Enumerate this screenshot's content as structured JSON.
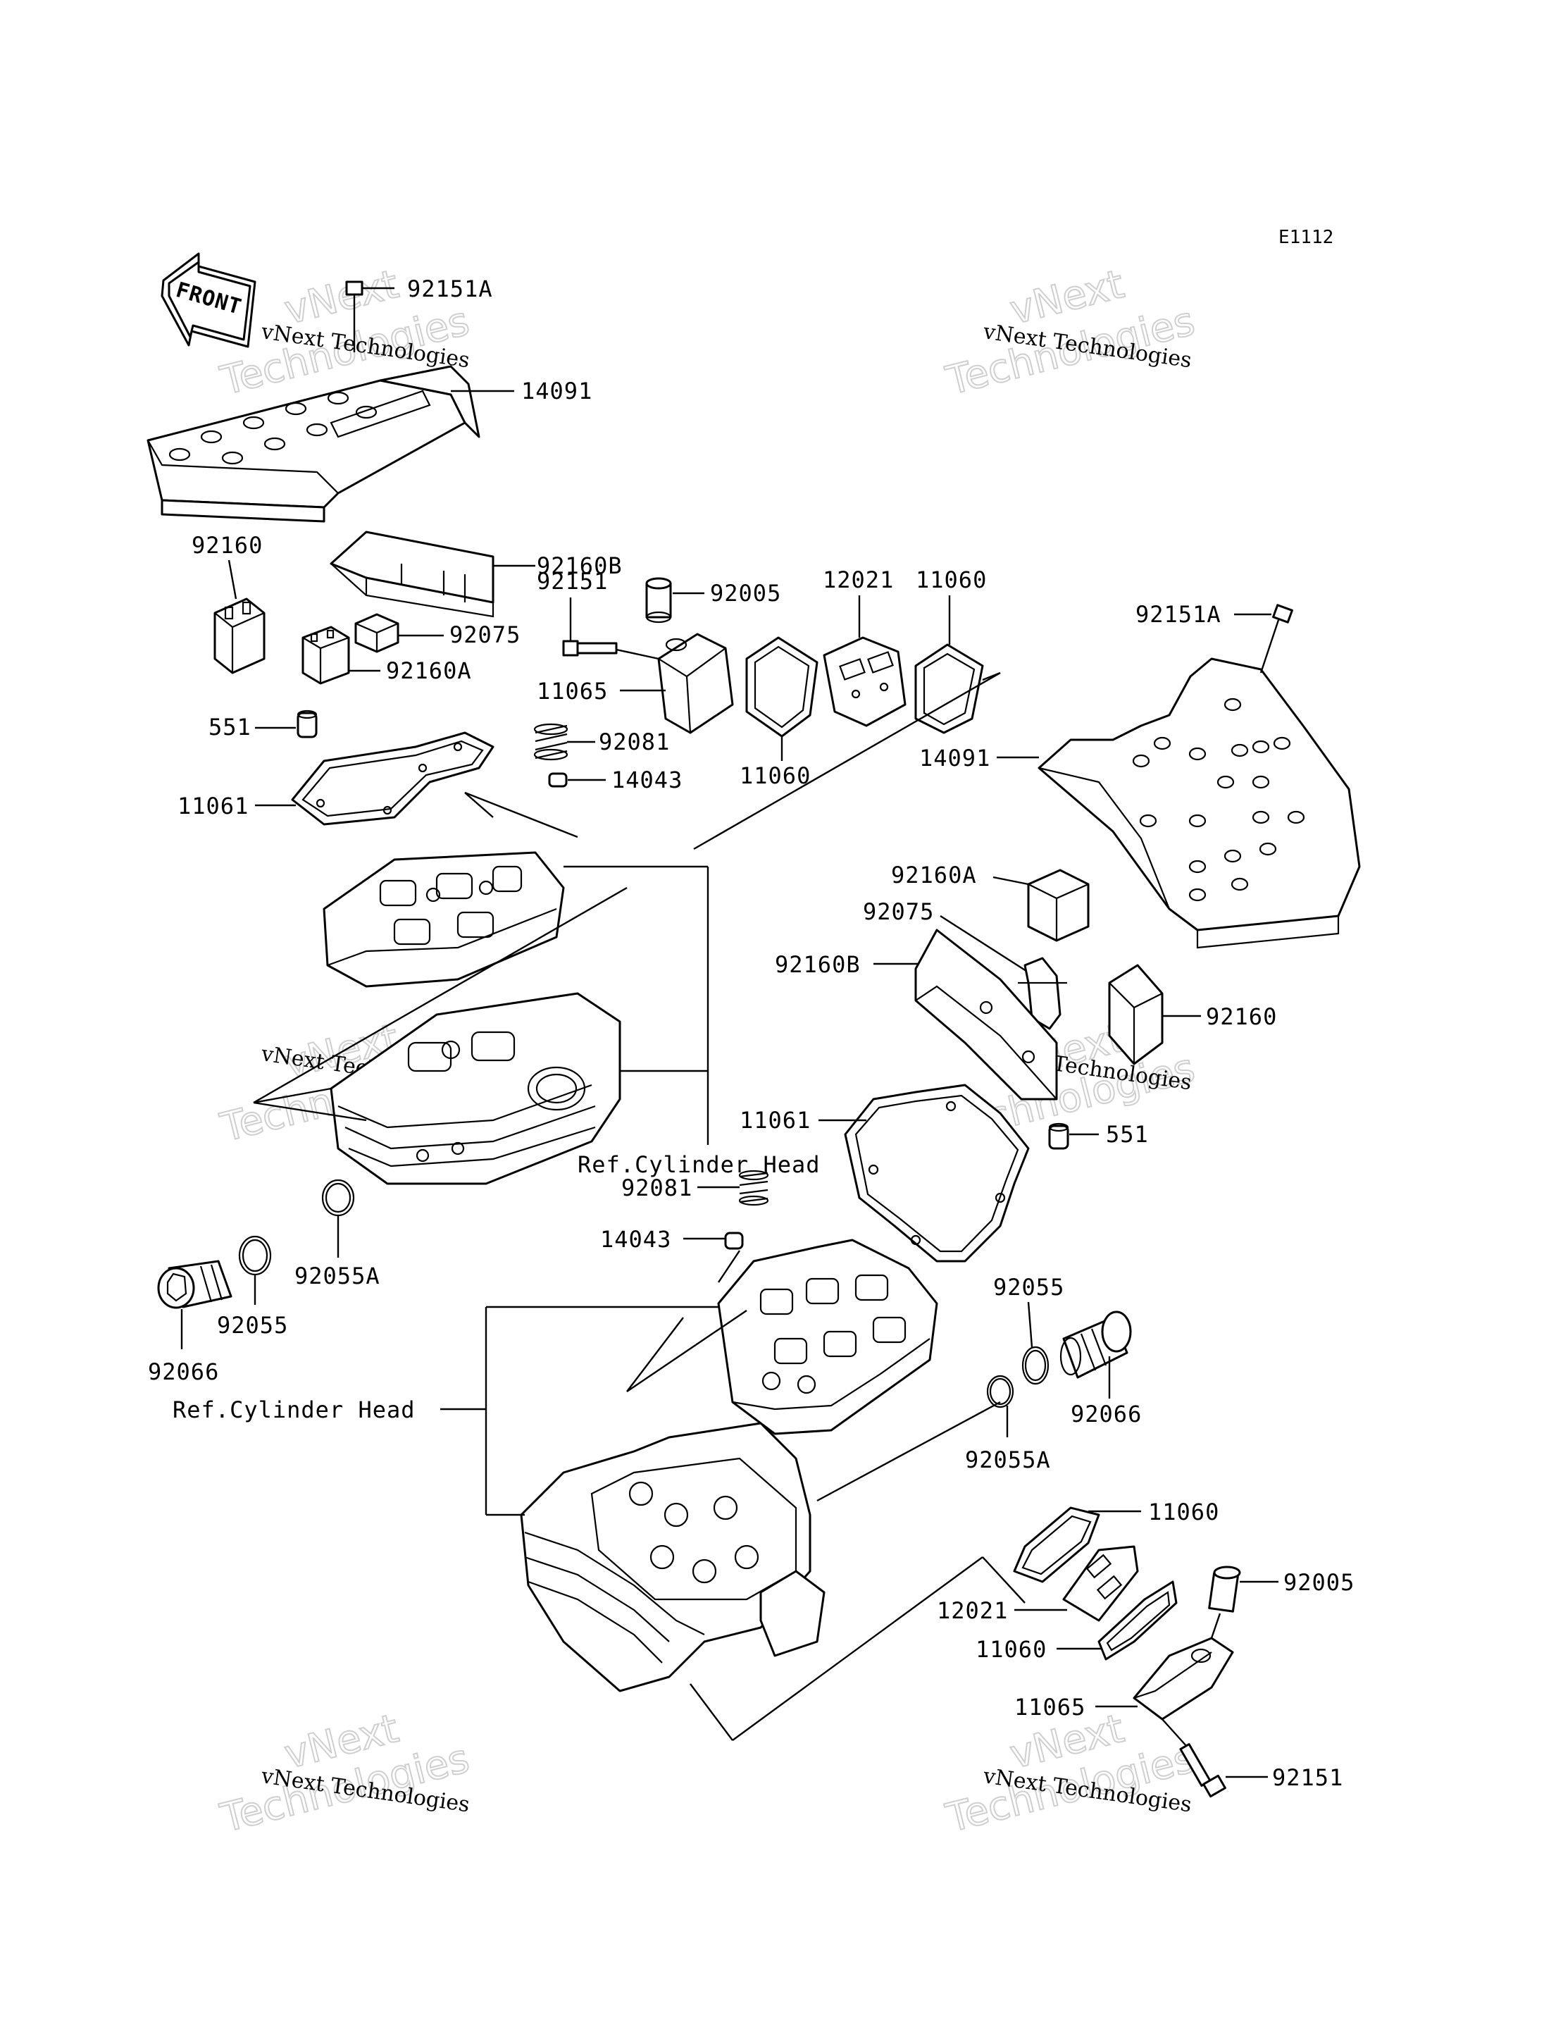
{
  "diagram_code": "E1112",
  "front_label": "FRONT",
  "watermark": {
    "line1": "vNext",
    "line2": "vNext Technologies",
    "line3": "Technologies"
  },
  "ref_label": "Ref.Cylinder Head",
  "parts": {
    "p92151A_top": "92151A",
    "p14091_left": "14091",
    "p92160_left": "92160",
    "p92160B_left": "92160B",
    "p92151_left": "92151",
    "p92005_left": "92005",
    "p12021_left": "12021",
    "p11060_left_a": "11060",
    "p92075_left": "92075",
    "p92160A_left": "92160A",
    "p11065_left": "11065",
    "p551_left": "551",
    "p92081_left": "92081",
    "p11060_left_b": "11060",
    "p14043_left": "14043",
    "p11061_left": "11061",
    "p92151A_right": "92151A",
    "p14091_right": "14091",
    "p92160A_right": "92160A",
    "p92075_right": "92075",
    "p92160B_right": "92160B",
    "p92160_right": "92160",
    "p11061_right": "11061",
    "p551_right": "551",
    "p92081_right": "92081",
    "p14043_right": "14043",
    "p92055A_left": "92055A",
    "p92055_left": "92055",
    "p92066_left": "92066",
    "p92055_right": "92055",
    "p92066_right": "92066",
    "p92055A_right": "92055A",
    "p11060_right_a": "11060",
    "p12021_right": "12021",
    "p92005_right": "92005",
    "p11060_right_b": "11060",
    "p11065_right": "11065",
    "p92151_right": "92151"
  }
}
